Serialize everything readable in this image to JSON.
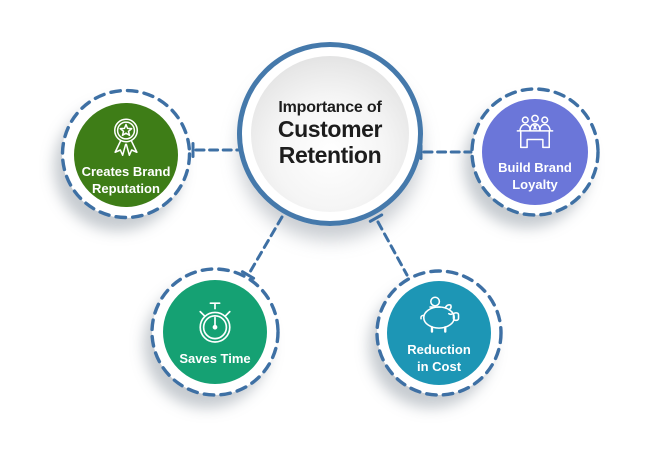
{
  "diagram": {
    "center": {
      "kicker": "Importance of",
      "title_line1": "Customer",
      "title_line2": "Retention"
    },
    "nodes": [
      {
        "id": "creates-brand-reputation",
        "label1": "Creates Brand",
        "label2": "Reputation",
        "color": "#3e7d17",
        "icon": "award-rosette-icon"
      },
      {
        "id": "build-brand-loyalty",
        "label1": "Build Brand",
        "label2": "Loyalty",
        "color": "#6b76d9",
        "icon": "team-table-icon"
      },
      {
        "id": "saves-time",
        "label1": "Saves Time",
        "label2": "",
        "color": "#15a173",
        "icon": "stopwatch-icon"
      },
      {
        "id": "reduction-in-cost",
        "label1": "Reduction",
        "label2": "in Cost",
        "color": "#1d96b5",
        "icon": "piggy-bank-icon"
      }
    ],
    "colors": {
      "connector_blue": "#3e70a4",
      "center_ring_blue": "#4579ab",
      "center_text": "#1d1d1d",
      "label_text": "#ffffff",
      "background": "#ffffff"
    }
  }
}
